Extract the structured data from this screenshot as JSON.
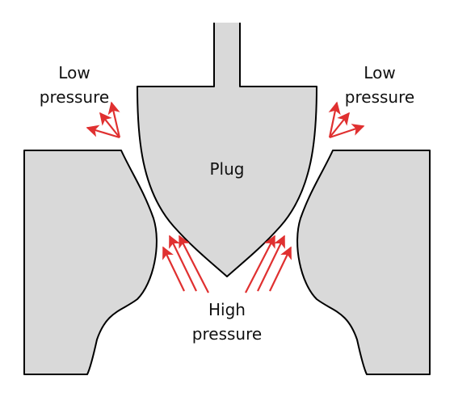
{
  "labels": {
    "low_left_1": "Low",
    "low_left_2": "pressure",
    "low_right_1": "Low",
    "low_right_2": "pressure",
    "plug": "Plug",
    "high_1": "High",
    "high_2": "pressure"
  },
  "colors": {
    "body_fill": "#d9d9d9",
    "outline": "#000000",
    "arrow": "#e03030",
    "text": "#111111"
  }
}
